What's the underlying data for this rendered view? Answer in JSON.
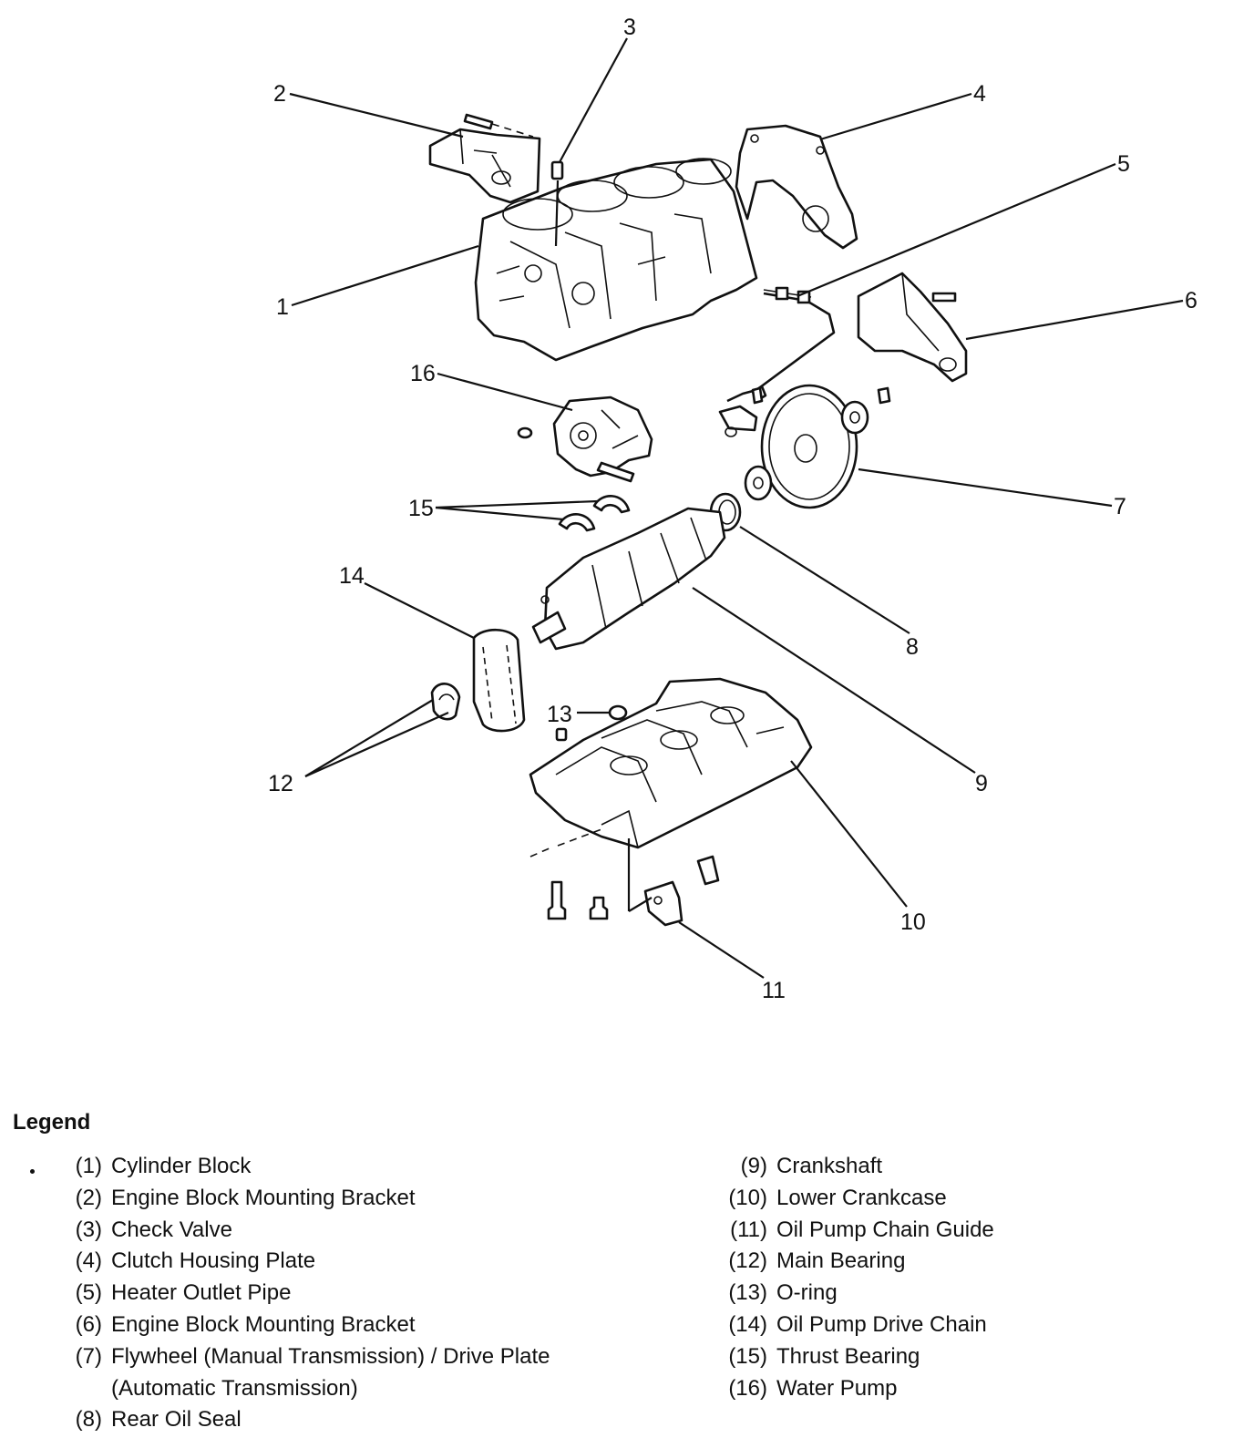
{
  "callouts": [
    {
      "id": "1",
      "label": "1"
    },
    {
      "id": "2",
      "label": "2"
    },
    {
      "id": "3",
      "label": "3"
    },
    {
      "id": "4",
      "label": "4"
    },
    {
      "id": "5",
      "label": "5"
    },
    {
      "id": "6",
      "label": "6"
    },
    {
      "id": "7",
      "label": "7"
    },
    {
      "id": "8",
      "label": "8"
    },
    {
      "id": "9",
      "label": "9"
    },
    {
      "id": "10",
      "label": "10"
    },
    {
      "id": "11",
      "label": "11"
    },
    {
      "id": "12",
      "label": "12"
    },
    {
      "id": "13",
      "label": "13"
    },
    {
      "id": "14",
      "label": "14"
    },
    {
      "id": "15",
      "label": "15"
    },
    {
      "id": "16",
      "label": "16"
    }
  ],
  "legend": {
    "title": "Legend",
    "left": [
      {
        "num": "(1)",
        "text": "Cylinder Block"
      },
      {
        "num": "(2)",
        "text": "Engine Block Mounting Bracket"
      },
      {
        "num": "(3)",
        "text": "Check Valve"
      },
      {
        "num": "(4)",
        "text": "Clutch Housing Plate"
      },
      {
        "num": "(5)",
        "text": "Heater Outlet Pipe"
      },
      {
        "num": "(6)",
        "text": "Engine Block Mounting Bracket"
      },
      {
        "num": "(7)",
        "text": "Flywheel (Manual Transmission) / Drive Plate (Automatic Transmission)"
      },
      {
        "num": "(8)",
        "text": "Rear Oil Seal"
      }
    ],
    "right": [
      {
        "num": "(9)",
        "text": "Crankshaft"
      },
      {
        "num": "(10)",
        "text": "Lower Crankcase"
      },
      {
        "num": "(11)",
        "text": "Oil Pump Chain Guide"
      },
      {
        "num": "(12)",
        "text": "Main Bearing"
      },
      {
        "num": "(13)",
        "text": "O-ring"
      },
      {
        "num": "(14)",
        "text": "Oil Pump Drive Chain"
      },
      {
        "num": "(15)",
        "text": "Thrust Bearing"
      },
      {
        "num": "(16)",
        "text": "Water Pump"
      }
    ]
  }
}
